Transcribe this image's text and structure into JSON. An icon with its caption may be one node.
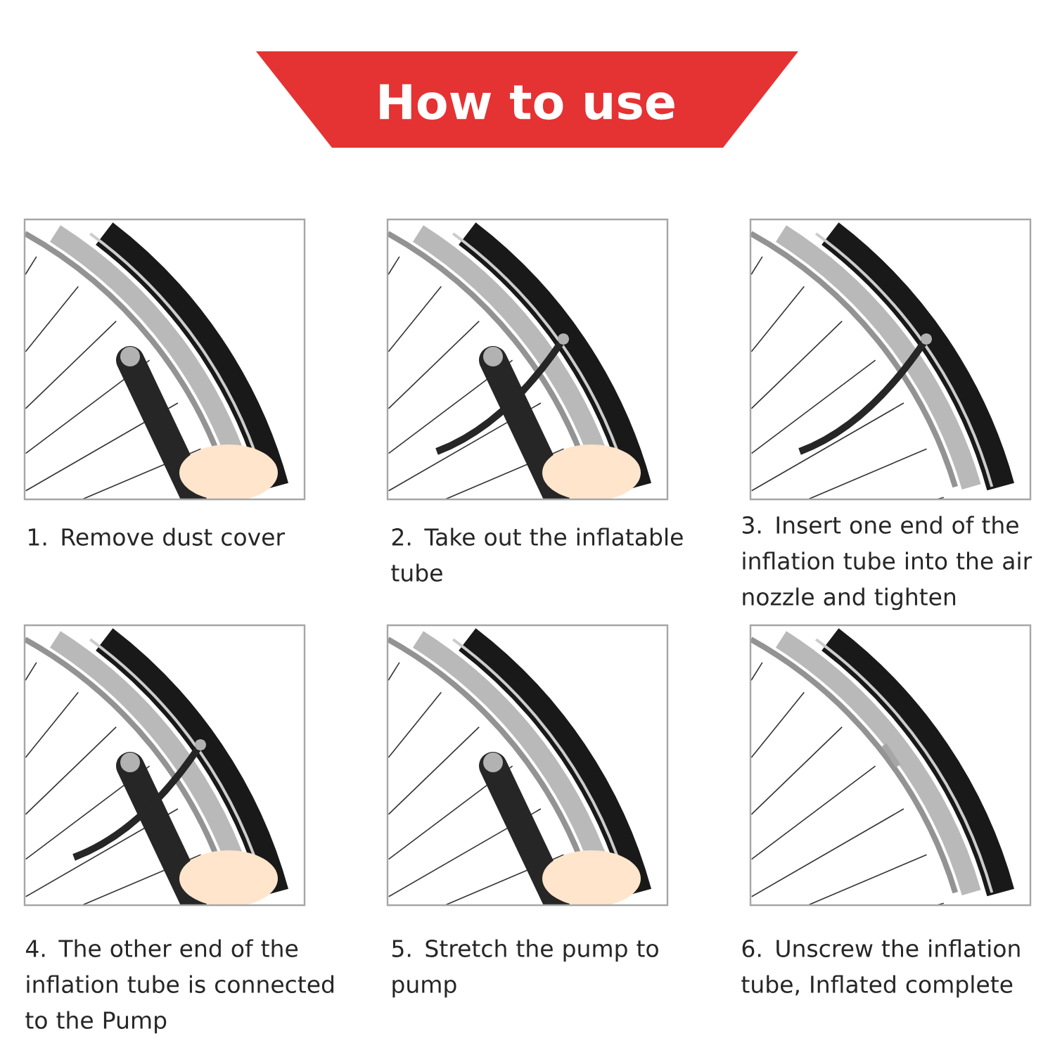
{
  "diagram": {
    "title": "How to use",
    "nodes": [
      {
        "text": [
          "1. Remove dust cover"
        ]
      },
      {
        "text": [
          "2. Take out the inflatable tube"
        ]
      },
      {
        "text": [
          "3. Insert one end of the inflation tube into the air nozzle and tighten"
        ]
      },
      {
        "text": [
          "4. The other end of the inflation tube is connected to the Pump"
        ]
      },
      {
        "text": [
          "5. Stretch the pump to pump"
        ]
      },
      {
        "text": [
          "6. Unscrew the inflation tube, Inflated complete"
        ]
      }
    ]
  }
}
